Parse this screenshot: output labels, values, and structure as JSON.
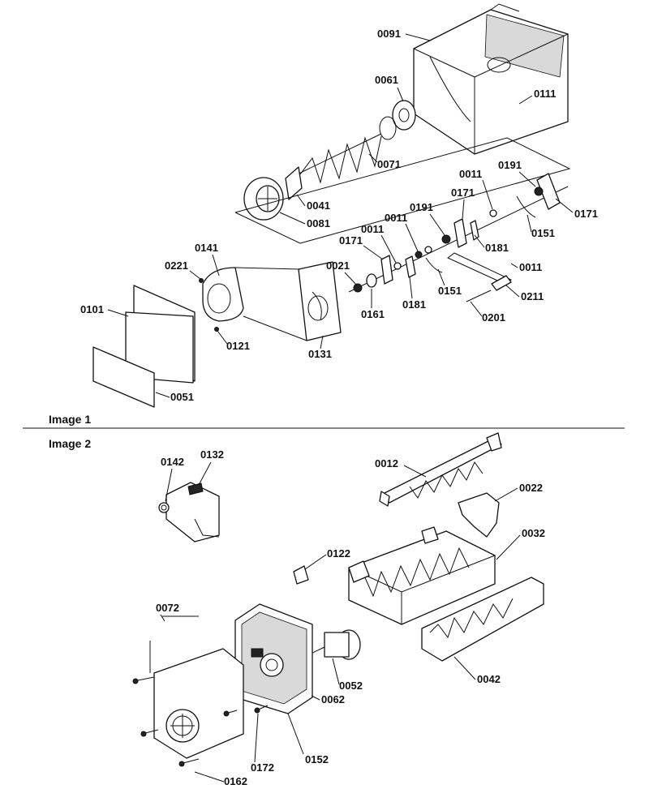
{
  "sections": [
    {
      "caption": "Image 1"
    },
    {
      "caption": "Image 2"
    }
  ],
  "callouts_image1": [
    "0091",
    "0061",
    "0111",
    "0071",
    "0041",
    "0081",
    "0011",
    "0191",
    "0171",
    "0171",
    "0151",
    "0171",
    "0011",
    "0191",
    "0011",
    "0181",
    "0011",
    "0141",
    "0221",
    "0021",
    "0151",
    "0211",
    "0171",
    "0101",
    "0161",
    "0181",
    "0201",
    "0121",
    "0131",
    "0051"
  ],
  "callouts_image2": [
    "0142",
    "0132",
    "0012",
    "0022",
    "0032",
    "0122",
    "0072",
    "0052",
    "0042",
    "0062",
    "0152",
    "0172",
    "0162"
  ]
}
